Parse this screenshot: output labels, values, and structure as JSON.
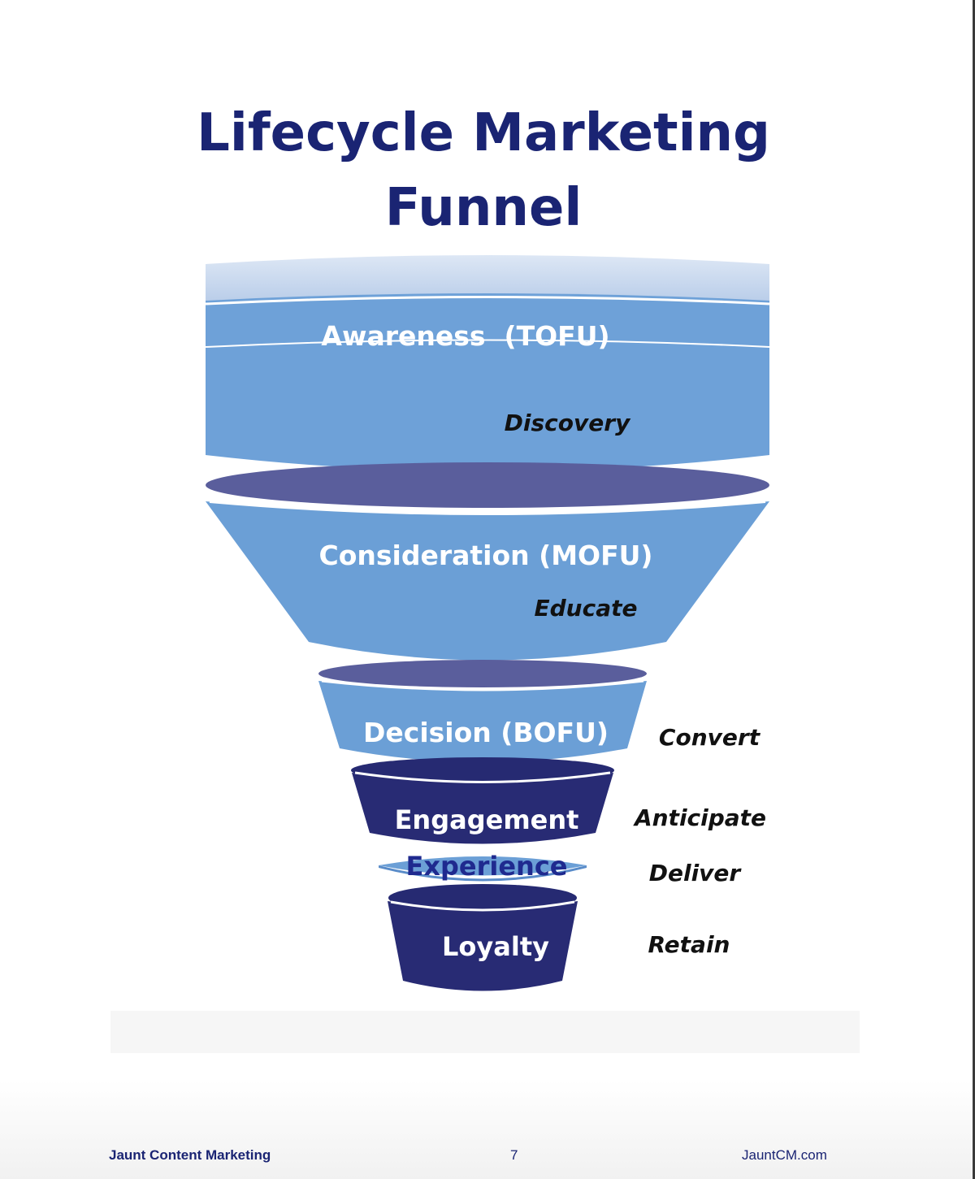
{
  "title": {
    "line1": "Lifecycle Marketing",
    "line2": "Funnel"
  },
  "stages": [
    {
      "name": "Awareness  (TOFU)",
      "action": "Discovery"
    },
    {
      "name": "Consideration (MOFU)",
      "action": "Educate"
    },
    {
      "name": "Decision (BOFU)",
      "action": "Convert"
    },
    {
      "name": "Engagement",
      "action": "Anticipate"
    },
    {
      "name": "Experience",
      "action": "Deliver"
    },
    {
      "name": "Loyalty",
      "action": "Retain"
    }
  ],
  "footer": {
    "company": "Jaunt Content Marketing",
    "page_number": "7",
    "website": "JauntCM.com"
  },
  "colors": {
    "title": "#1a2473",
    "light_blue": "#6c9fd6",
    "rim": "#5a5e9c",
    "dark_navy": "#262a72"
  }
}
